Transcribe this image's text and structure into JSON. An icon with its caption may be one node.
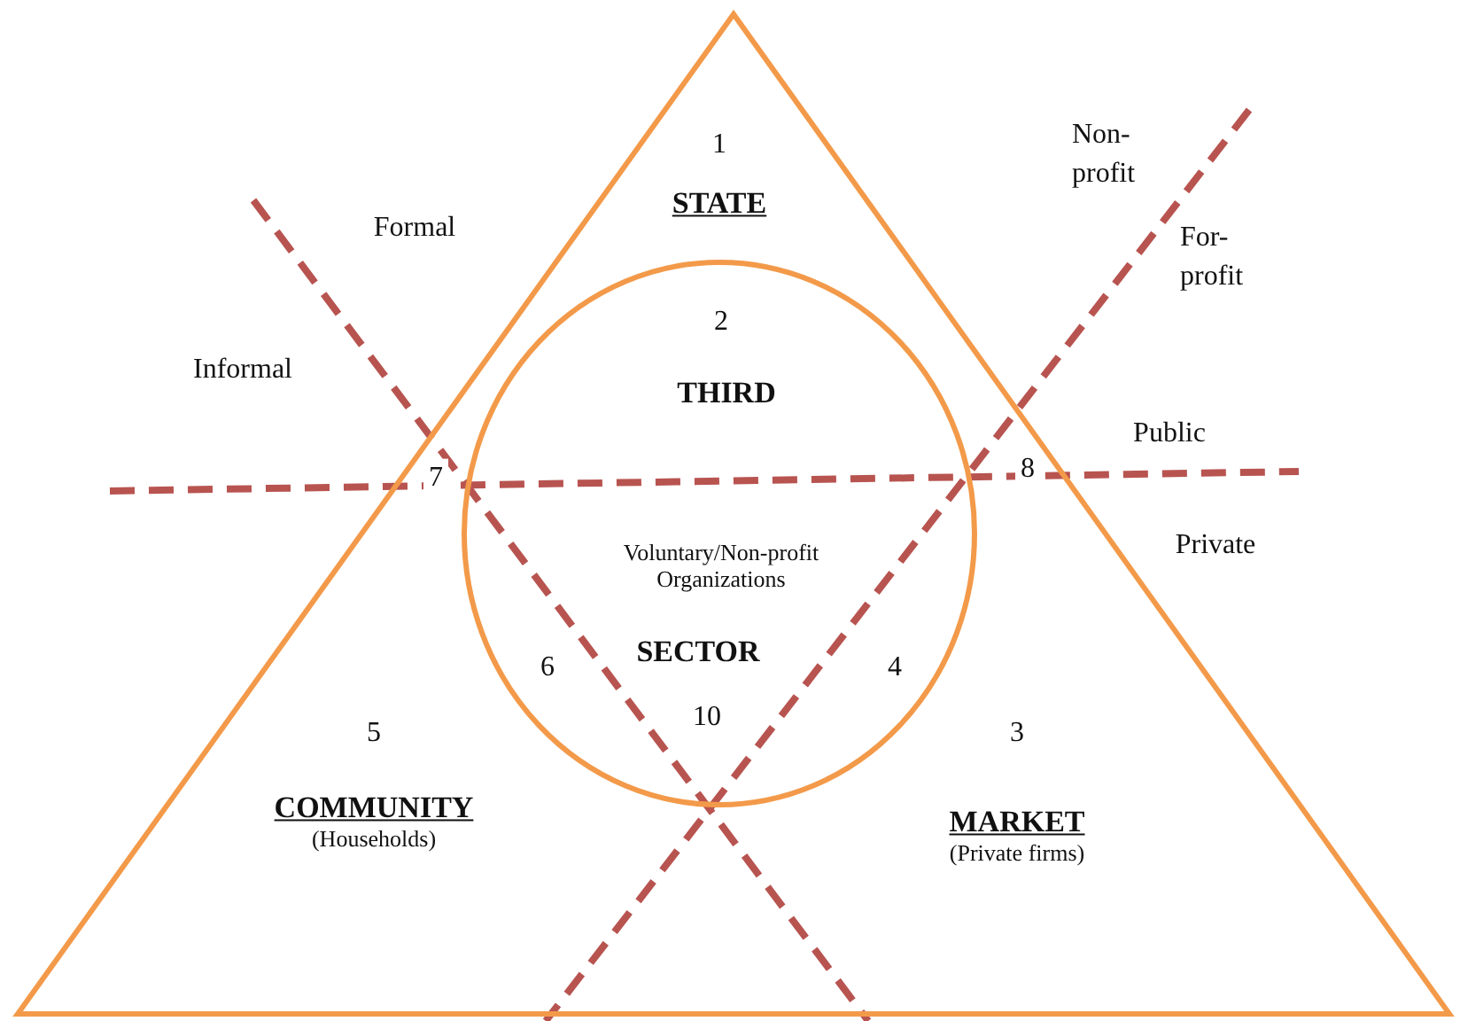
{
  "diagram": {
    "nodes": [
      {
        "text": [
          "1",
          "STATE",
          "5",
          "COMMUNITY",
          "(Households)",
          "3",
          "MARKET",
          "(Private firms)"
        ]
      },
      {
        "text": [
          "2",
          "THIRD",
          "Voluntary/Non-profit Organizations",
          "SECTOR",
          "6",
          "10",
          "4"
        ],
        "in": 0
      }
    ],
    "edges": [],
    "labels": [
      "Non- profit",
      "Formal",
      "For- profit",
      "Informal",
      "Public",
      "7",
      "8",
      "Private"
    ]
  }
}
